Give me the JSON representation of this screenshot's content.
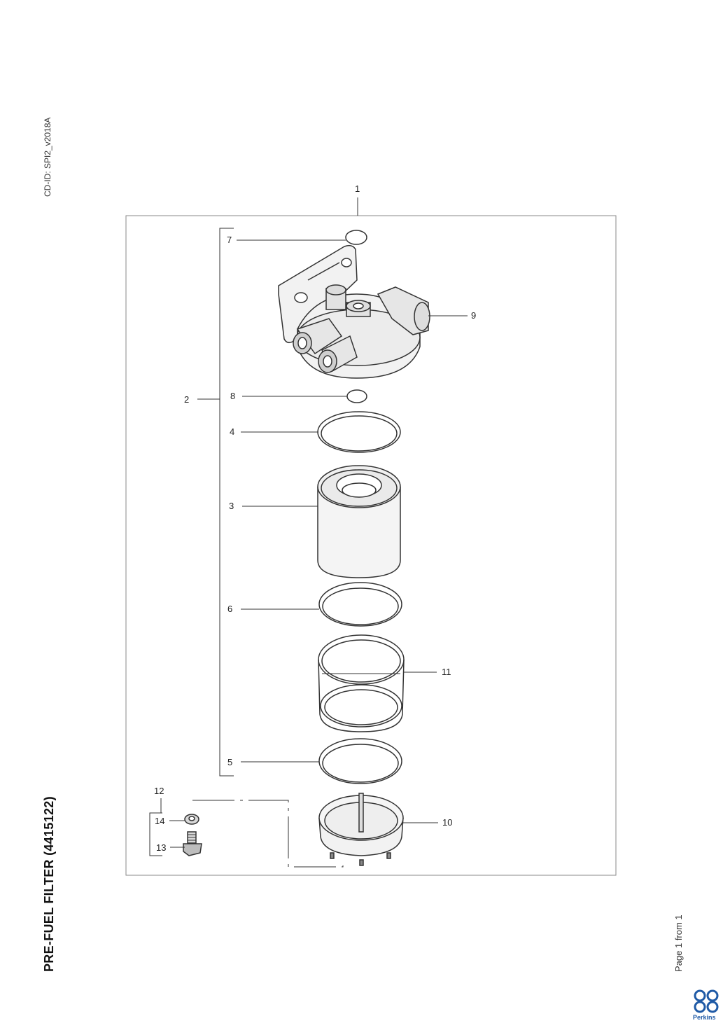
{
  "document": {
    "cd_id": "CD-ID: SPI2_v2018A",
    "title": "PRE-FUEL FILTER (4415122)",
    "page_label": "Page 1 from 1",
    "brand": "Perkins"
  },
  "callouts": {
    "c1": "1",
    "c2": "2",
    "c3": "3",
    "c4": "4",
    "c5": "5",
    "c6": "6",
    "c7": "7",
    "c8": "8",
    "c9": "9",
    "c10": "10",
    "c11": "11",
    "c12": "12",
    "c13": "13",
    "c14": "14"
  },
  "colors": {
    "line": "#333333",
    "frame": "#888888",
    "part_fill": "#e6e6e6",
    "brand_blue": "#1f5aa6"
  }
}
